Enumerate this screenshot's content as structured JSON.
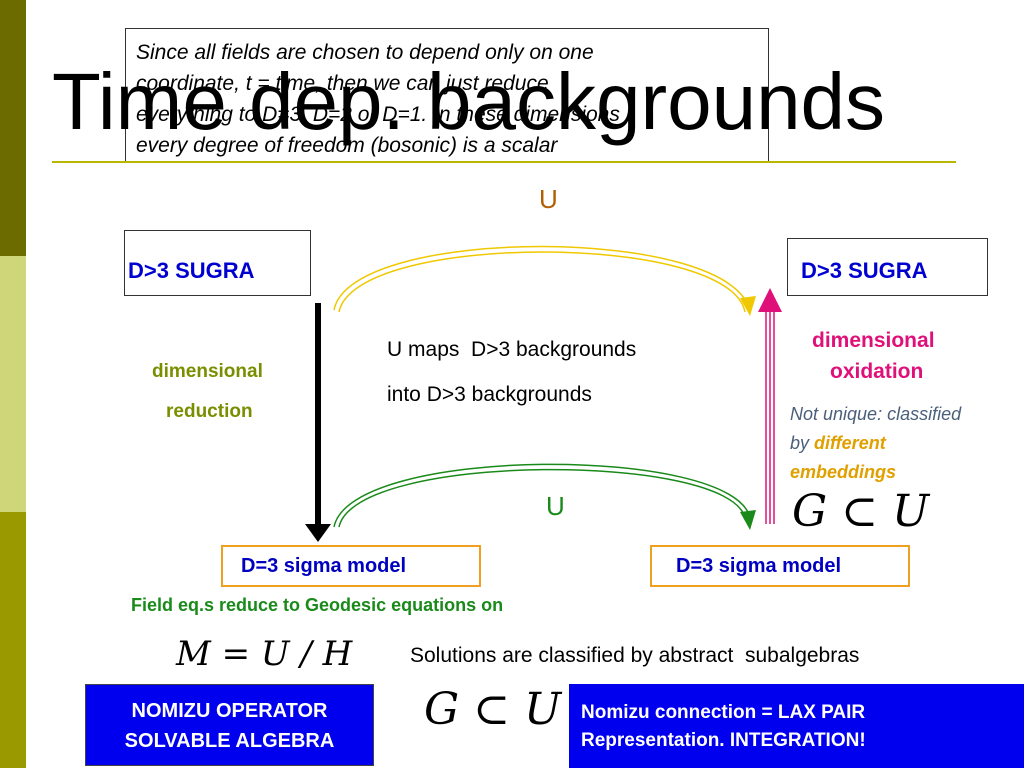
{
  "slide": {
    "title": "Time dep. backgrounds",
    "note_lines": [
      "Since all fields are chosen to depend only on one",
      "coordinate, t = time, then we can just reduce",
      "everything to D=3, D=2 or D=1. In these dimensions",
      "every degree of freedom (bosonic) is a scalar"
    ]
  },
  "diagram": {
    "u_top": "U",
    "u_bottom": "U",
    "sugra_left": "D>3 SUGRA",
    "sugra_right": "D>3 SUGRA",
    "reduction": {
      "line1": "dimensional",
      "line2": "reduction"
    },
    "oxidation": {
      "line1": "dimensional",
      "line2": "oxidation"
    },
    "u_maps": {
      "line1_u": "U",
      "line1_rest": "maps  D>3 backgrounds",
      "line2": "into D>3 backgrounds"
    },
    "not_unique": {
      "part1": "Not unique: classified",
      "part2": "by ",
      "part3": "different",
      "part4": "embeddings"
    },
    "g_subset_u": "G ⊂ U",
    "sigma_left": "D=3 sigma model",
    "sigma_right": "D=3 sigma model",
    "colors": {
      "yellow_arrow": "#f0c800",
      "green_arrow": "#1a8a1a",
      "pink_arrow": "#e0107a",
      "black_arrow": "#000000"
    }
  },
  "bottom": {
    "field_eq": "Field eq.s reduce to Geodesic equations on",
    "coset": "M = U / H",
    "solutions": "Solutions are classified by abstract  subalgebras",
    "nomizu_op": {
      "line1": "NOMIZU OPERATOR",
      "line2": "SOLVABLE ALGEBRA"
    },
    "g_subset_u": "G ⊂ U",
    "nomizu_conn": {
      "line1": "Nomizu connection = LAX PAIR",
      "line2": "Representation. INTEGRATION!"
    }
  }
}
